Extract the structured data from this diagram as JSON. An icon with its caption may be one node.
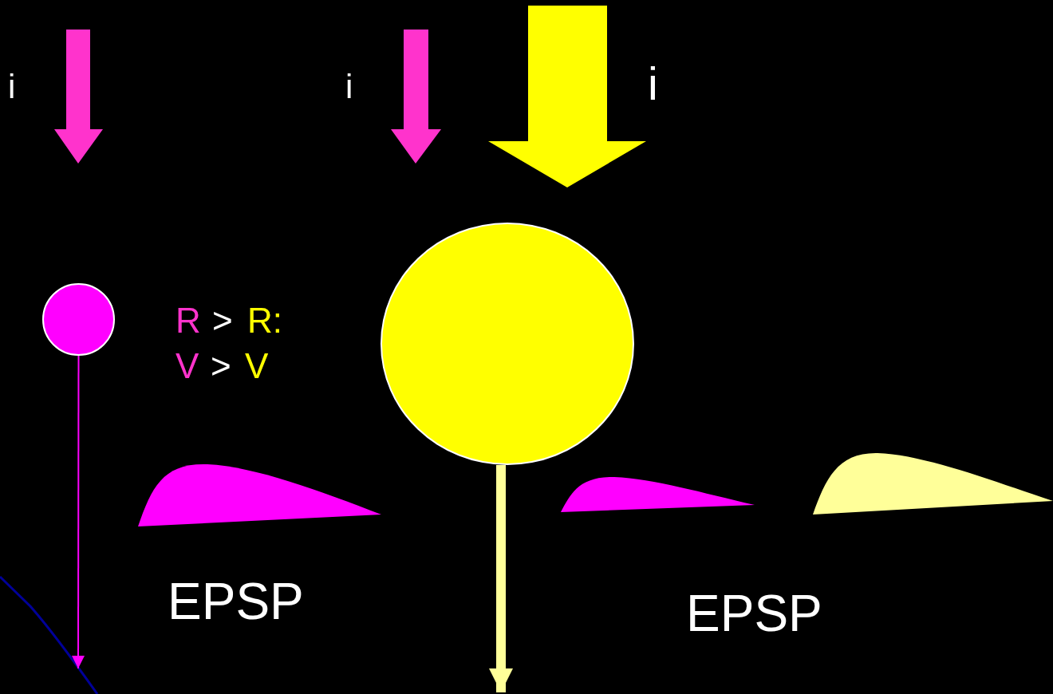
{
  "diagram": {
    "nodes": [
      {
        "text": [],
        "shape": "circle"
      },
      {
        "text": [],
        "shape": "circle"
      }
    ],
    "edges": [
      {
        "from": 0,
        "to": null,
        "arrow": "to",
        "color": "#ff00ff"
      },
      {
        "from": 1,
        "to": null,
        "arrow": "to",
        "style": "thick",
        "color": "#ffff99"
      }
    ],
    "labels": [
      "i",
      "i",
      "i",
      "R",
      ">",
      "R:",
      "V",
      ">",
      "V",
      "EPSP",
      "EPSP"
    ]
  }
}
